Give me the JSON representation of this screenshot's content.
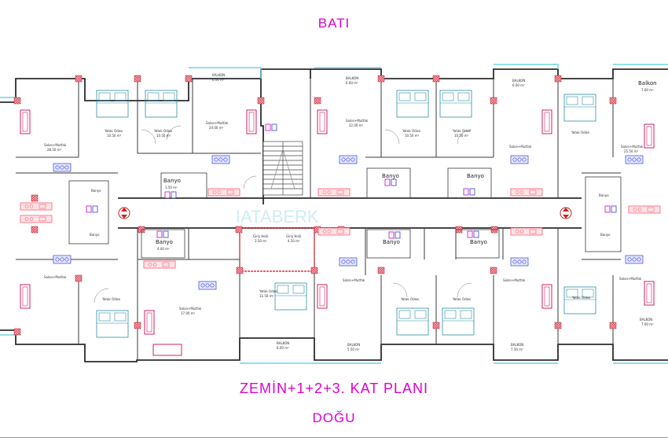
{
  "headings": {
    "top": "BATI",
    "plan": "ZEMİN+1+2+3. KAT PLANI",
    "bottom": "DOĞU"
  },
  "watermark": "IATABERK",
  "labels": {
    "balkon_ne": "Balkon",
    "balkon_ne_area": "7.00 m²",
    "balcon_se": "BALKON",
    "balcon_se_area": "7.00 m²",
    "banyo": "Banyo",
    "banyo_area": "3.50 m²",
    "banyo_center": "Banyo",
    "banyo_center_area": "4.00 m²",
    "yatak_odasi": "Yatak Odası",
    "yatak_area_a": "10.50 m²",
    "yatak_area_b": "10.50 m²",
    "yatak_area_c": "11.50 m²",
    "salon_mutfak": "Salon+Mutfak",
    "salon_area_a": "28.50 m²",
    "salon_area_b": "24.00 m²",
    "salon_area_c": "22.00 m²",
    "salon_area_d": "25.50 m²",
    "salon_area_e": "17.00 m²",
    "balkon_top_a": "BALKON",
    "balkon_top_a_area": "6.00 m²",
    "balkon_top_b": "BALKON",
    "balkon_top_b_area": "6.00 m²",
    "balkon_top_c": "BALKON",
    "balkon_top_c_area": "6.00 m²",
    "balkon_bot_a": "BALKON",
    "balkon_bot_a_area": "6.00 m²",
    "balkon_bot_b": "BALKON",
    "balkon_bot_b_area": "5.50 m²",
    "balkon_bot_c": "BALKON",
    "balkon_bot_c_area": "7.50 m²",
    "girl_a": "Giriş Holü",
    "girl_b": "Giriş Holü",
    "girl_a_area": "3.50 m²",
    "girl_b_area": "4.50 m²"
  },
  "colors": {
    "heading": "#e000d0",
    "wall": "#2c2c2c",
    "balcony": "#6fd3e6",
    "column": "#e03040",
    "kitchen": "#ff5a6a",
    "furniture": "#d0206a",
    "bath": "#3040e0",
    "plumbing": "#d000c0"
  }
}
